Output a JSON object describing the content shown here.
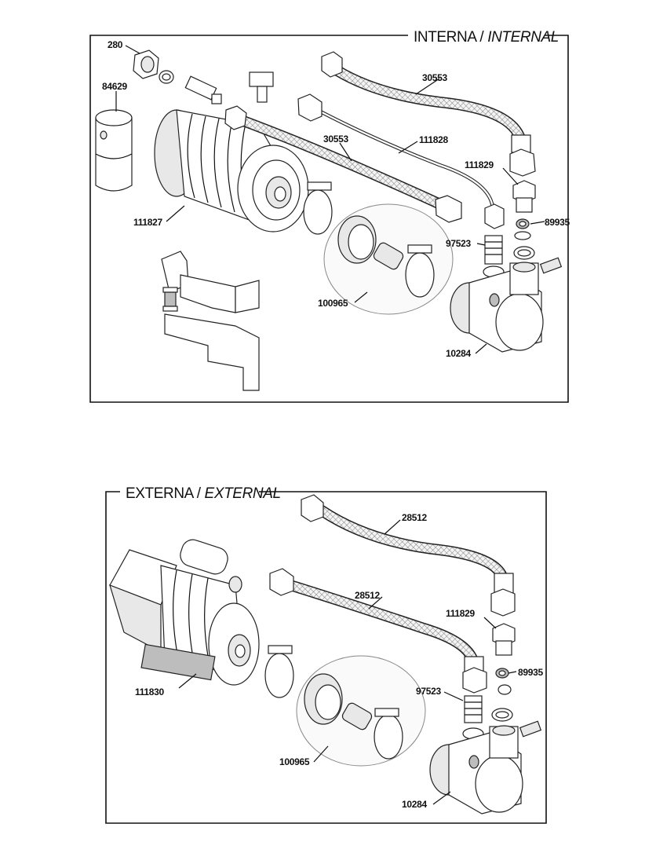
{
  "internal": {
    "title_main": "INTERNA /",
    "title_italic": "INTERNAL",
    "labels": {
      "nut": "280",
      "cap": "84629",
      "motor": "111827",
      "hose_top": "30553",
      "hose_mid": "30553",
      "tube": "111828",
      "fitting": "111829",
      "washer": "89935",
      "adapter": "97523",
      "kit": "100965",
      "pump_head": "10284"
    }
  },
  "external": {
    "title_main": "EXTERNA /",
    "title_italic": "EXTERNAL",
    "labels": {
      "motor": "111830",
      "hose_top": "28512",
      "hose_mid": "28512",
      "fitting": "111829",
      "washer": "89935",
      "adapter": "97523",
      "kit": "100965",
      "pump_head": "10284"
    }
  }
}
